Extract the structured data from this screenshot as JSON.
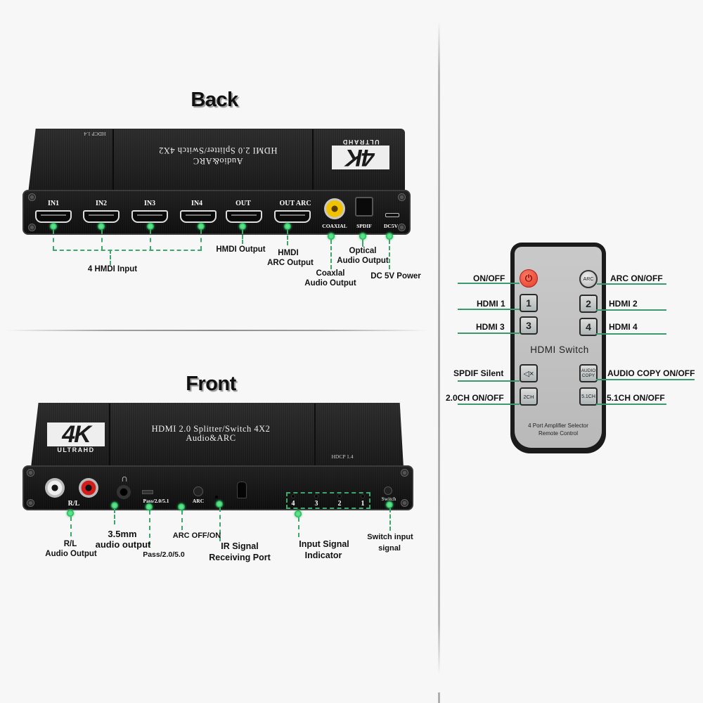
{
  "back": {
    "title": "Back",
    "device_title_line1": "HDMI 2.0 Splitter/Switch 4X2",
    "device_title_line2": "Audio&ARC",
    "hdcp": "HDCP 1.4",
    "logo_main": "4K",
    "logo_sub": "ULTRAHD",
    "ports": [
      {
        "label": "IN1"
      },
      {
        "label": "IN2"
      },
      {
        "label": "IN3"
      },
      {
        "label": "IN4"
      },
      {
        "label": "OUT"
      },
      {
        "label": "OUT ARC"
      },
      {
        "label": "COAXIAL"
      },
      {
        "label": "SPDIF"
      },
      {
        "label": "DC5V"
      }
    ],
    "callouts": {
      "hdmi_input": "4 HMDI Input",
      "hdmi_output": "HMDI Output",
      "arc_output_line1": "HMDI",
      "arc_output_line2": "ARC Output",
      "coaxial_line1": "Coaxlal",
      "coaxial_line2": "Audio Output",
      "optical_line1": "Optical",
      "optical_line2": "Audio Output",
      "power": "DC 5V Power"
    }
  },
  "front": {
    "title": "Front",
    "device_title_line1": "HDMI 2.0 Splitter/Switch 4X2",
    "device_title_line2": "Audio&ARC",
    "hdcp": "HDCP 1.4",
    "logo_main": "4K",
    "logo_sub": "ULTRAHD",
    "panel_labels": {
      "rl": "R/L",
      "pass": "Pass/2.0/5.1",
      "arc": "ARC",
      "switch": "Switch",
      "leds": [
        "4",
        "3",
        "2",
        "1"
      ]
    },
    "callouts": {
      "rl_line1": "R/L",
      "rl_line2": "Audio Output",
      "jack_line1": "3.5mm",
      "jack_line2": "audio output",
      "pass": "Pass/2.0/5.0",
      "arc": "ARC OFF/ON",
      "ir_line1": "IR Signal",
      "ir_line2": "Receiving Port",
      "indicator_line1": "Input Signal",
      "indicator_line2": "Indicator",
      "switch_line1": "Switch input",
      "switch_line2": "signal"
    }
  },
  "remote": {
    "title": "HDMI  Switch",
    "subtitle_line1": "4 Port Amplifier Selector",
    "subtitle_line2": "Remote Control",
    "buttons": {
      "power": "⏻",
      "arc": "ARC",
      "hdmi1": "1",
      "hdmi2": "2",
      "hdmi3": "3",
      "hdmi4": "4",
      "mute": "🔇",
      "audio_copy_line1": "AUDIO",
      "audio_copy_line2": "COPY",
      "ch2": "2CH",
      "ch51": "5.1CH"
    },
    "labels": {
      "on_off": "ON/OFF",
      "arc_on_off": "ARC ON/OFF",
      "hdmi1": "HDMI 1",
      "hdmi2": "HDMI 2",
      "hdmi3": "HDMI 3",
      "hdmi4": "HDMI 4",
      "spdif_silent": "SPDIF Silent",
      "audio_copy": "AUDIO COPY ON/OFF",
      "ch2": "2.0CH ON/OFF",
      "ch51": "5.1CH ON/OFF"
    }
  },
  "colors": {
    "background": "#f7f7f7",
    "callout_line": "#3aa96a",
    "indicator_dot": "#31c46a",
    "power_button": "#e33b24",
    "device_body": "#161616",
    "remote_face": "#c2c2c2"
  }
}
